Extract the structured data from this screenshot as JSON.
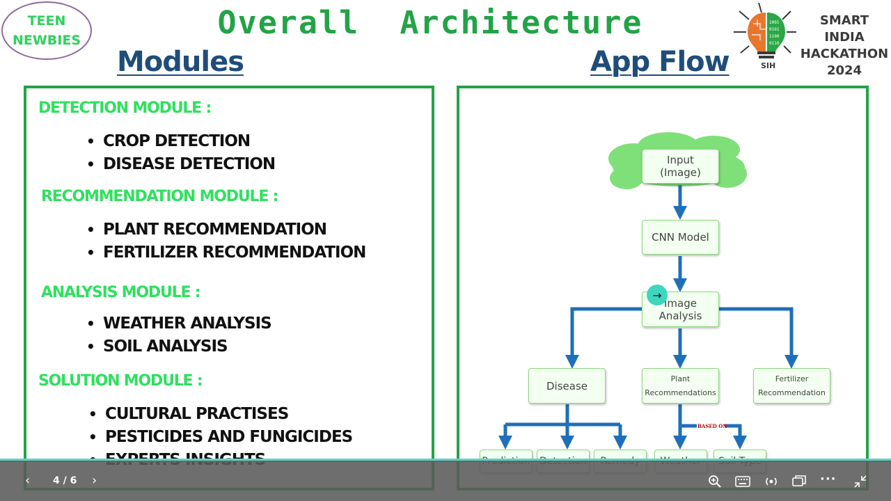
{
  "badge": {
    "line1": "TEEN",
    "line2": "NEWBIES"
  },
  "slide": {
    "title": "Overall  Architecture"
  },
  "sih": {
    "line1": "SMART INDIA",
    "line2": "HACKATHON",
    "line3": "2024",
    "logo_text": "SIH"
  },
  "modules": {
    "heading": "Modules",
    "sections": [
      {
        "title": "DETECTION MODULE :",
        "items": [
          "CROP DETECTION",
          "DISEASE DETECTION"
        ]
      },
      {
        "title": "RECOMMENDATION MODULE :",
        "items": [
          "PLANT RECOMMENDATION",
          "FERTILIZER RECOMMENDATION"
        ]
      },
      {
        "title": "ANALYSIS MODULE :",
        "items": [
          "WEATHER ANALYSIS",
          "SOIL ANALYSIS"
        ]
      },
      {
        "title": "SOLUTION MODULE :",
        "items": [
          "CULTURAL PRACTISES",
          "PESTICIDES AND FUNGICIDES",
          "EXPERTS INSIGHTS"
        ]
      }
    ]
  },
  "flow": {
    "heading": "App Flow",
    "nodes": {
      "input": "Input\n(Image)",
      "cnn": "CNN Model",
      "analysis": "Image\nAnalysis",
      "disease": "Disease",
      "plant": "Plant\nRecommendations",
      "fertilizer": "Fertilizer\nRecommendation",
      "prediction": "Prediction",
      "detection": "Detection",
      "remedy": "Remedy",
      "weather": "Weather",
      "soil": "Soil Type"
    },
    "based_on": "BASED ON",
    "colors": {
      "arrow": "#1f6fb8",
      "cloud": "#7fe07a",
      "node_border": "#8dd67f"
    }
  },
  "nav": {
    "page": "4 / 6"
  }
}
